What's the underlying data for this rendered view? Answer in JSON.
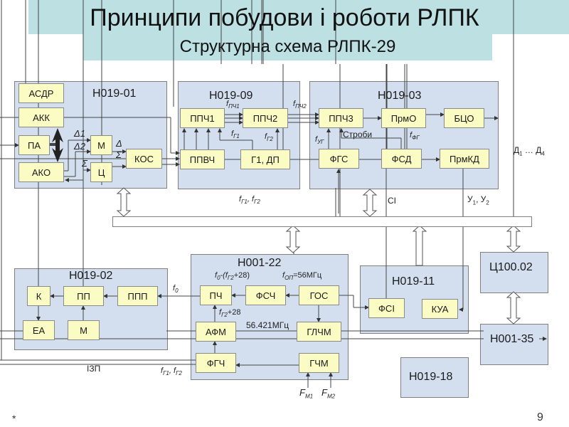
{
  "header": {
    "title": "Принципи побудови і роботи РЛПК",
    "subtitle": "Структурна схема РЛПК-29"
  },
  "modules": {
    "n019_01": {
      "label": "Н019-01",
      "blocks": {
        "asdr": "АСДР",
        "akk": "АКК",
        "pa": "ПА",
        "ako": "АКО",
        "m": "М",
        "ts": "Ц",
        "kos": "КОС"
      },
      "signals": {
        "d1": "Δ1",
        "d2": "Δ2",
        "delta": "Δ",
        "sigma1": "Σ",
        "sigma2": "Σ"
      }
    },
    "n019_09": {
      "label": "Н019-09",
      "blocks": {
        "ppch1": "ППЧ1",
        "ppch2": "ППЧ2",
        "ppvch": "ППВЧ",
        "g1dp": "Г1, ДП"
      }
    },
    "n019_03": {
      "label": "Н019-03",
      "blocks": {
        "ppch3": "ППЧ3",
        "prmo": "ПрмО",
        "btso": "БЦО",
        "fgs": "ФГС",
        "fsd": "ФСД",
        "prmkd": "ПрмКД"
      },
      "signals": {
        "strobes": "Строби"
      }
    },
    "n019_02": {
      "label": "Н019-02",
      "blocks": {
        "k": "К",
        "pp": "ПП",
        "ppp": "ППП",
        "ea": "ЕА",
        "m": "М"
      }
    },
    "n001_22": {
      "label": "Н001-22",
      "blocks": {
        "pch": "ПЧ",
        "fsch": "ФСЧ",
        "gos": "ГОС",
        "afm": "АФМ",
        "glchm": "ГЛЧМ",
        "fgch": "ФГЧ",
        "gchm": "ГЧМ"
      },
      "signals": {
        "fop": "=56МГц",
        "freq": "56.421МГц",
        "f0_expr": "-(f",
        "plus28": "+28)",
        "fg2_plus": "+28"
      }
    },
    "n019_11": {
      "label": "Н019-11",
      "blocks": {
        "fsi": "ФСІ",
        "kua": "КУА"
      }
    },
    "ts100_02": {
      "label": "Ц100.02"
    },
    "n001_35": {
      "label": "Н001-35"
    },
    "n019_18": {
      "label": "Н019-18"
    }
  },
  "signals": {
    "f": "f",
    "pch1_sub": "ПЧ1",
    "pch2_sub": "ПЧ2",
    "g1_sub": "Г1",
    "g2_sub": "Г2",
    "ug_sub": "УГ",
    "fg_sub": "ФГ",
    "op_sub": "ОП",
    "zero_sub": "0",
    "F": "F",
    "m1_sub": "М1",
    "m2_sub": "М2",
    "ci": "СІ",
    "u12": "У",
    "u_sub1": "1",
    "u_sub2": "2",
    "d14": "Д",
    "d_sub1": "1",
    "d_sub4": "4",
    "ellipsis": " … ",
    "izp": "ІЗП",
    "comma": ", "
  },
  "footer": {
    "star": "*",
    "page": "9"
  }
}
